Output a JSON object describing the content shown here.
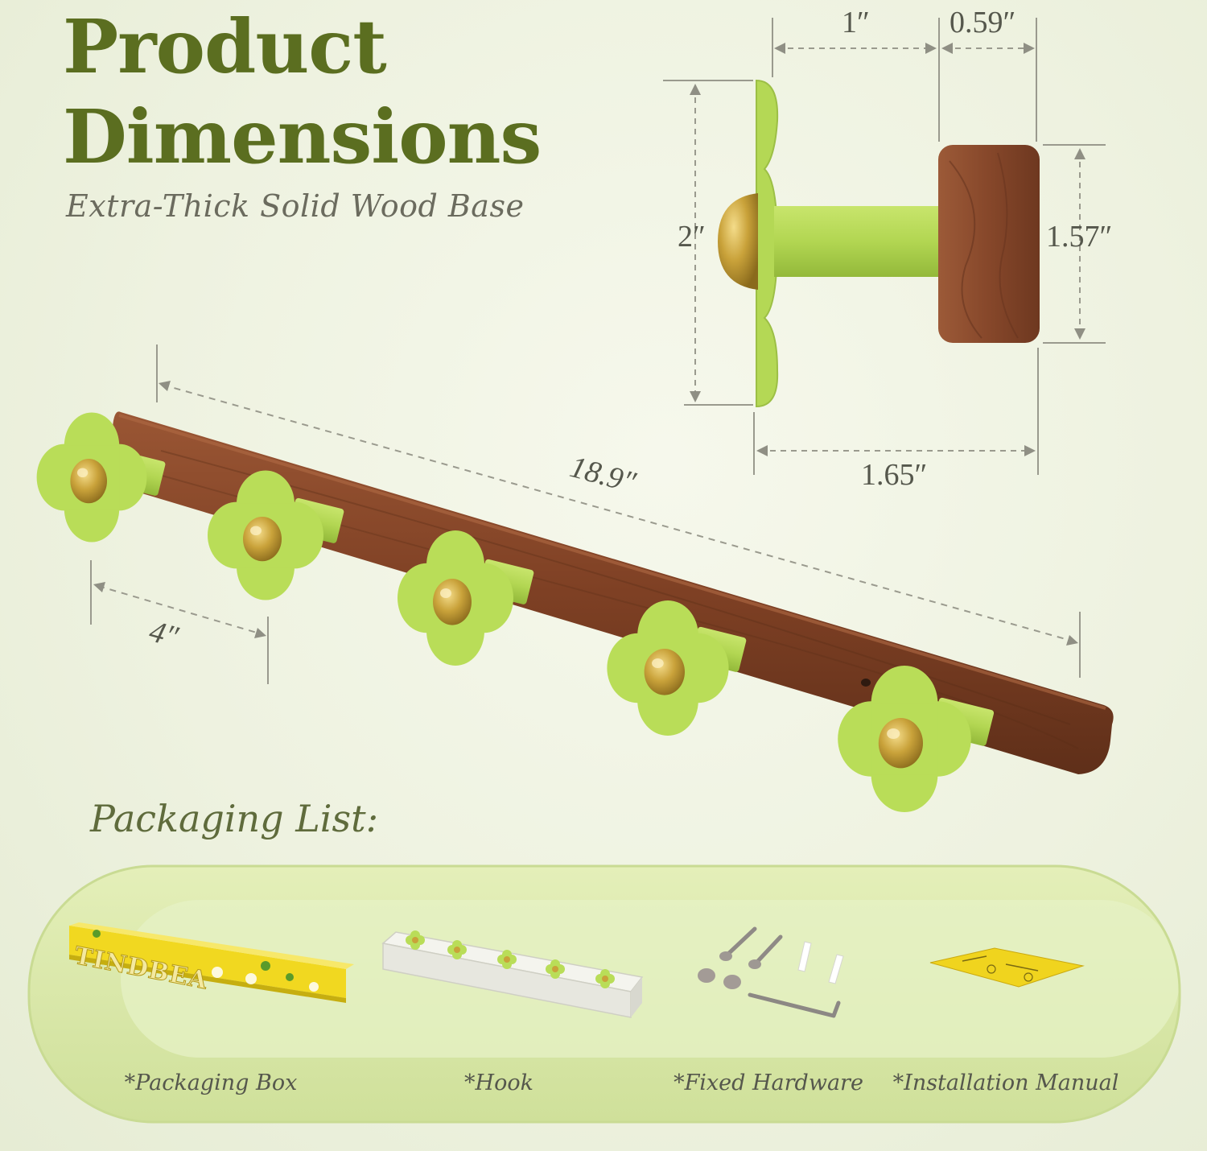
{
  "heading": {
    "title_line1": "Product",
    "title_line2": "Dimensions",
    "subtitle": "Extra-Thick Solid Wood Base"
  },
  "dimensions": {
    "plate_width": "1″",
    "wood_thickness": "0.59″",
    "plate_height": "2″",
    "wood_diameter": "1.57″",
    "hook_depth": "1.65″",
    "rack_length": "18.9″",
    "hook_spacing": "4″"
  },
  "packaging": {
    "title": "Packaging List:",
    "brand": "TINDBEA",
    "items": [
      {
        "label": "*Packaging Box"
      },
      {
        "label": "*Hook"
      },
      {
        "label": "*Fixed Hardware"
      },
      {
        "label": "*Installation Manual"
      }
    ]
  },
  "colors": {
    "title": "#5b6e20",
    "flower_green": "#b7dc55",
    "walnut": "#8b4a2b",
    "brass": "#c9a23a",
    "tray": "#dcebb0"
  }
}
